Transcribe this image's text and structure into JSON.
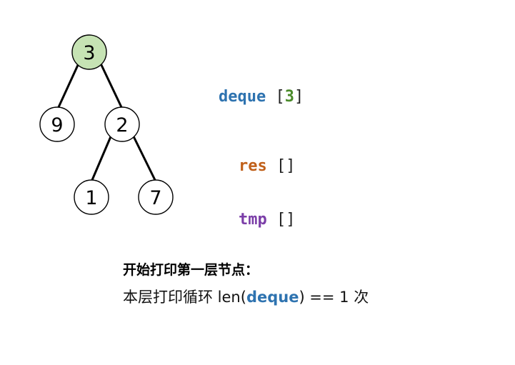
{
  "tree": {
    "nodes": [
      {
        "id": "n3",
        "label": "3",
        "highlighted": true
      },
      {
        "id": "n9",
        "label": "9",
        "highlighted": false
      },
      {
        "id": "n2",
        "label": "2",
        "highlighted": false
      },
      {
        "id": "n1",
        "label": "1",
        "highlighted": false
      },
      {
        "id": "n7",
        "label": "7",
        "highlighted": false
      }
    ],
    "edges": [
      [
        "n3",
        "n9"
      ],
      [
        "n3",
        "n2"
      ],
      [
        "n2",
        "n1"
      ],
      [
        "n2",
        "n7"
      ]
    ],
    "colors": {
      "highlight": "#c6e3b4",
      "normal": "#ffffff"
    }
  },
  "vars": {
    "deque": {
      "name": "deque",
      "open": "[",
      "value": "3",
      "close": "]"
    },
    "res": {
      "name": "res",
      "value": "[]"
    },
    "tmp": {
      "name": "tmp",
      "value": "[]"
    }
  },
  "caption": {
    "title": "开始打印第一层节点：",
    "line_prefix": "本层打印循环 len(",
    "line_keyword": "deque",
    "line_suffix": ") == 1 次"
  },
  "colors": {
    "deque": "#2e73b0",
    "res": "#c0601a",
    "tmp": "#7b3ea8",
    "value_green": "#4a8a2a"
  }
}
